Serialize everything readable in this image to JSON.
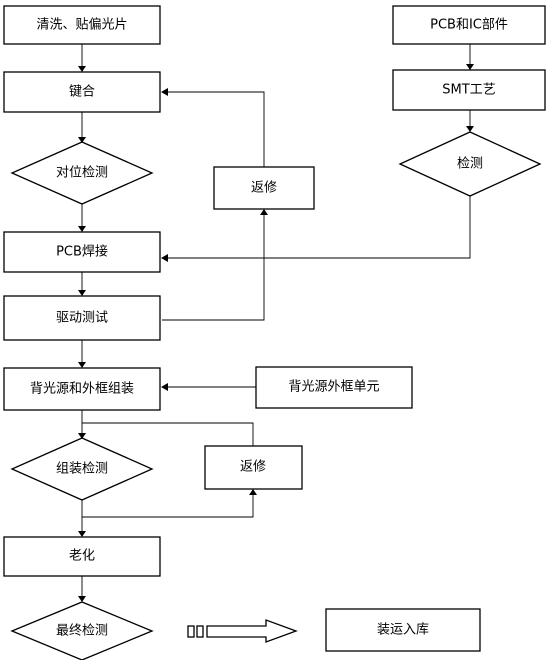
{
  "nodes": {
    "clean_polarizer": "清洗、贴偏光片",
    "bonding": "键合",
    "alignment_inspection": "对位检测",
    "pcb_welding": "PCB焊接",
    "drive_test": "驱动测试",
    "backlight_assembly": "背光源和外框组装",
    "assembly_inspection": "组装检测",
    "aging": "老化",
    "final_inspection": "最终检测",
    "pcb_ic_parts": "PCB和IC部件",
    "smt_process": "SMT工艺",
    "inspection_right": "检测",
    "rework_top": "返修",
    "backlight_frame_unit": "背光源外框单元",
    "rework_bottom": "返修",
    "pack_ship": "装运入库"
  }
}
